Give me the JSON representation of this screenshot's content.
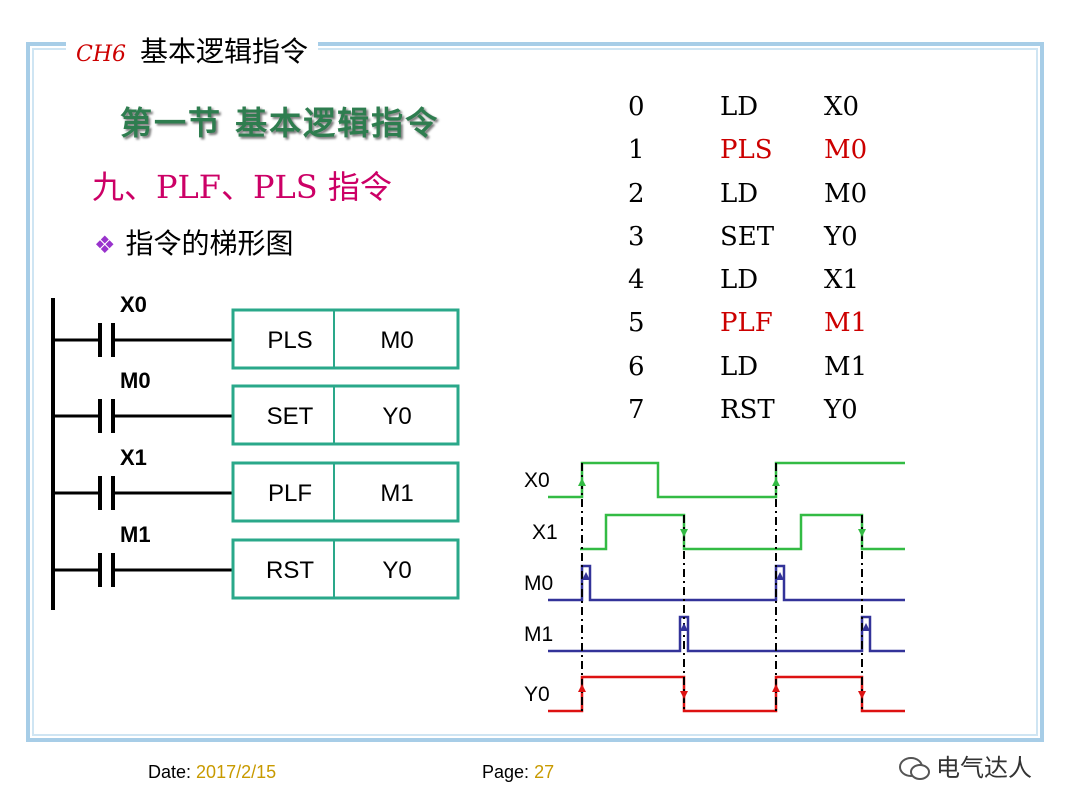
{
  "header": {
    "chapter": "CH6",
    "chapter_title": "基本逻辑指令"
  },
  "section_title": "第一节 基本逻辑指令",
  "sub_title": "九、PLF、PLS 指令",
  "bullet": {
    "icon": "diamond-bullet-icon",
    "text": "指令的梯形图"
  },
  "ladder": [
    {
      "contact": "X0",
      "instruction": "PLS",
      "operand": "M0"
    },
    {
      "contact": "M0",
      "instruction": "SET",
      "operand": "Y0"
    },
    {
      "contact": "X1",
      "instruction": "PLF",
      "operand": "M1"
    },
    {
      "contact": "M1",
      "instruction": "RST",
      "operand": "Y0"
    }
  ],
  "program": [
    {
      "step": "0",
      "op": "LD",
      "arg": "X0",
      "highlight": false
    },
    {
      "step": "1",
      "op": "PLS",
      "arg": "M0",
      "highlight": true
    },
    {
      "step": "2",
      "op": "LD",
      "arg": "M0",
      "highlight": false
    },
    {
      "step": "3",
      "op": "SET",
      "arg": "Y0",
      "highlight": false
    },
    {
      "step": "4",
      "op": "LD",
      "arg": "X1",
      "highlight": false
    },
    {
      "step": "5",
      "op": "PLF",
      "arg": "M1",
      "highlight": true
    },
    {
      "step": "6",
      "op": "LD",
      "arg": "M1",
      "highlight": false
    },
    {
      "step": "7",
      "op": "RST",
      "arg": "Y0",
      "highlight": false
    }
  ],
  "timing": {
    "signals": [
      {
        "name": "X0",
        "color": "#33bb44"
      },
      {
        "name": "X1",
        "color": "#33bb44"
      },
      {
        "name": "M0",
        "color": "#333399"
      },
      {
        "name": "M1",
        "color": "#333399"
      },
      {
        "name": "Y0",
        "color": "#dd1111"
      }
    ]
  },
  "footer": {
    "date_label": "Date:",
    "date_value": "2017/2/15",
    "page_label": "Page:",
    "page_value": "27"
  },
  "brand": "电气达人",
  "colors": {
    "frame": "#a7cde7",
    "ladder_box": "#2aa88a",
    "section_title": "#2e7d4f",
    "sub_title": "#cc0066",
    "highlight": "#cc0000"
  }
}
